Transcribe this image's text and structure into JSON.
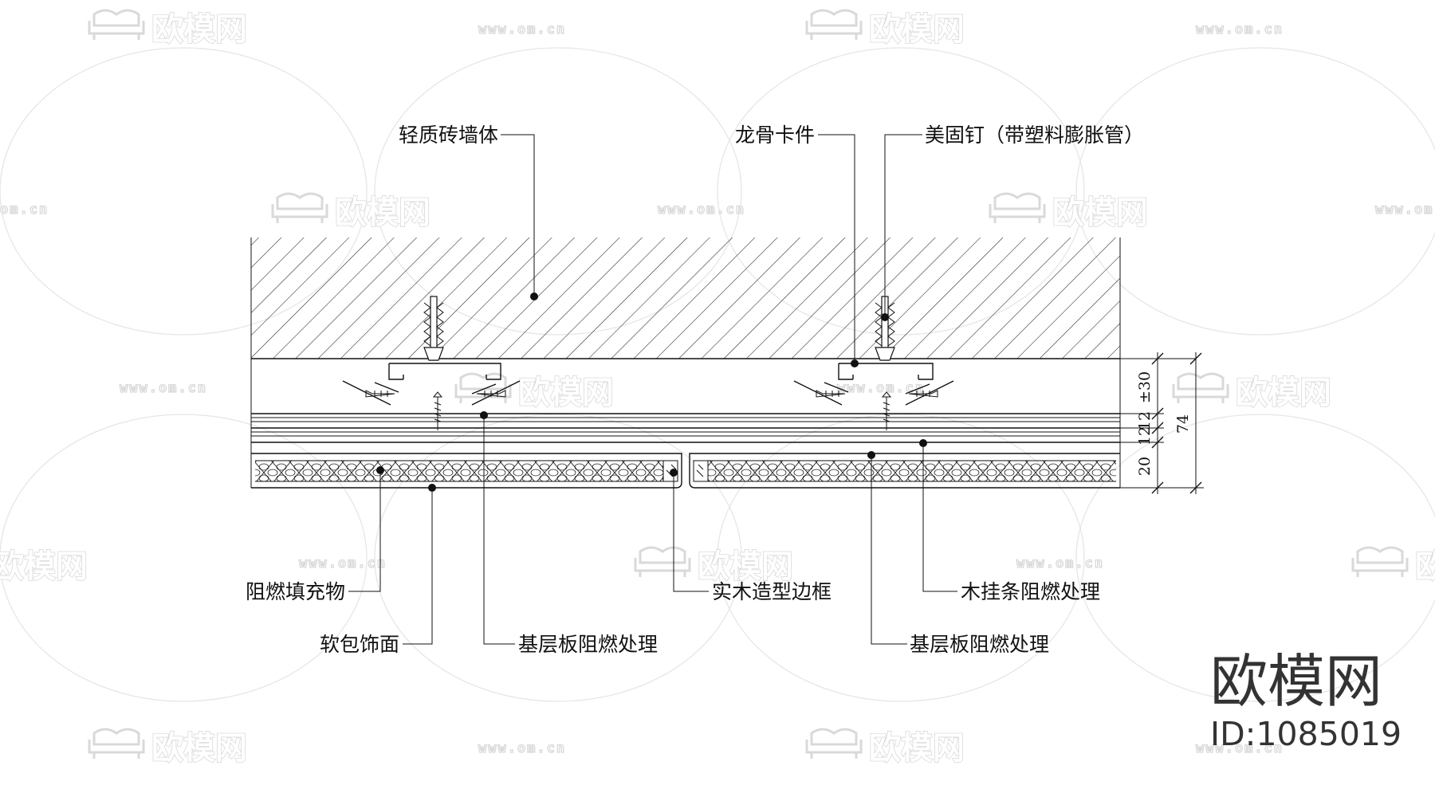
{
  "watermark": {
    "text": "欧模网",
    "url": "www.om.cn",
    "url_cropped": "om.cn"
  },
  "labels": {
    "wall": "轻质砖墙体",
    "keel_clip": "龙骨卡件",
    "anchor": "美固钉（带塑料膨胀管）",
    "filler": "阻燃填充物",
    "fabric": "软包饰面",
    "base_board_left": "基层板阻燃处理",
    "wood_frame": "实木造型边框",
    "batten": "木挂条阻燃处理",
    "base_board_right": "基层板阻燃处理"
  },
  "dimensions": {
    "gap": "±30",
    "layer1": "12",
    "layer2": "12",
    "panel": "20",
    "total": "74"
  },
  "brand": {
    "name": "欧模网",
    "id": "ID:1085019"
  }
}
